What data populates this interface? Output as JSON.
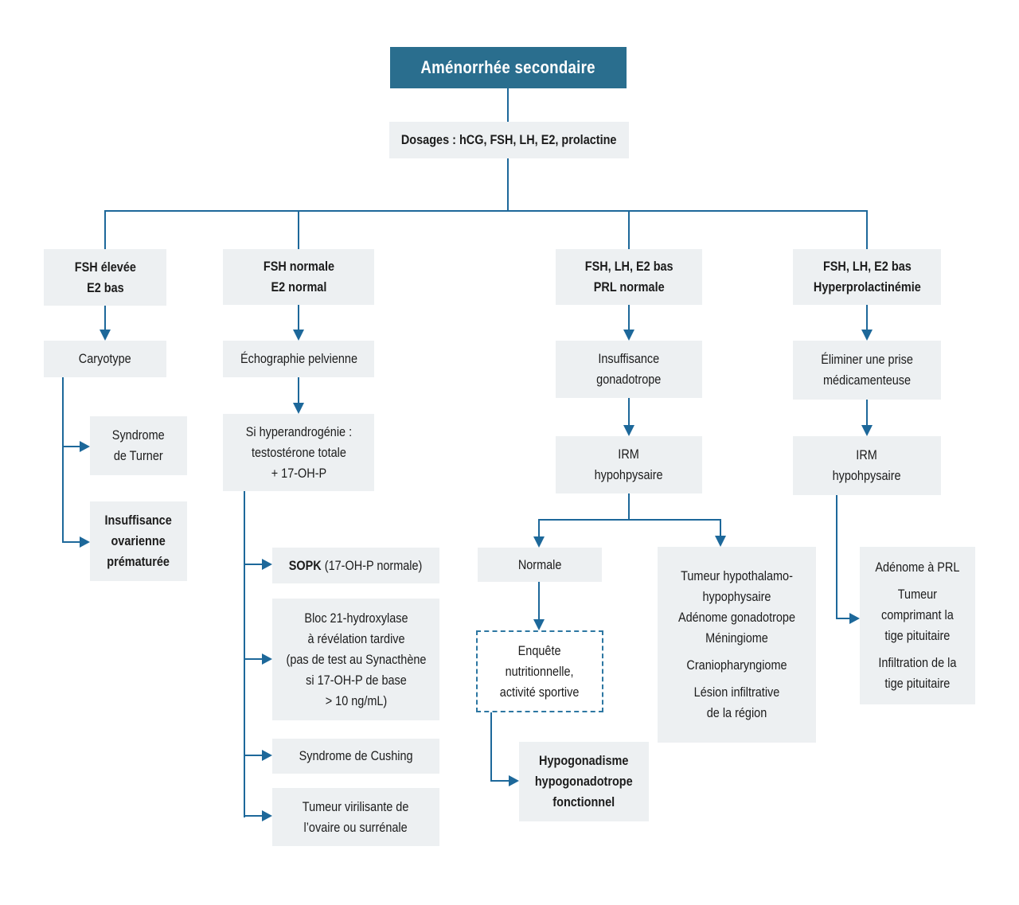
{
  "palette": {
    "teal": "#2A6E8E",
    "line": "#1D689A",
    "boxbg": "#EDF0F2",
    "ink": "#1C1C1C",
    "dash": "#2D77A2"
  },
  "nodes": {
    "root": {
      "title": "Aménorrhée secondaire"
    },
    "dosages": {
      "label": "Dosages : hCG, FSH, LH, E2, prolactine"
    },
    "fsh_elevee": {
      "lines": [
        "FSH élevée",
        "E2 bas"
      ]
    },
    "caryotype": {
      "label": "Caryotype"
    },
    "turner": {
      "lines": [
        "Syndrome",
        "de Turner"
      ]
    },
    "insuffisance_ovarienne": {
      "lines": [
        "Insuffisance",
        "ovarienne",
        "prématurée"
      ]
    },
    "fsh_normale": {
      "lines": [
        "FSH normale",
        "E2 normal"
      ]
    },
    "echographie": {
      "label": "Échographie pelvienne"
    },
    "hyperandrogenie": {
      "lines": [
        "Si hyperandrogénie :",
        "testostérone totale",
        "+ 17-OH-P"
      ]
    },
    "sopk": {
      "bold": "SOPK",
      "rest": " (17-OH-P normale)"
    },
    "bloc_21": {
      "lines": [
        "Bloc 21-hydroxylase",
        "à révélation tardive",
        "(pas de test au Synacthène",
        "si 17-OH-P de base",
        "> 10 ng/mL)"
      ]
    },
    "cushing": {
      "label": "Syndrome de Cushing"
    },
    "tumeur_virilisante": {
      "lines": [
        "Tumeur virilisante de",
        "l’ovaire ou surrénale"
      ]
    },
    "fsh_lh_e2_prl": {
      "lines": [
        "FSH, LH, E2 bas",
        "PRL normale"
      ]
    },
    "insuffisance_gonadotrope": {
      "lines": [
        "Insuffisance",
        "gonadotrope"
      ]
    },
    "irm_c3": {
      "lines": [
        "IRM",
        "hypohpysaire"
      ]
    },
    "normale": {
      "label": "Normale"
    },
    "tumeurs": {
      "items": [
        [
          "Tumeur hypothalamo-",
          "hypophysaire",
          "Adénome gonadotrope",
          "Méningiome"
        ],
        [
          "Craniopharyngiome"
        ],
        [
          "Lésion infiltrative",
          "de la région"
        ]
      ]
    },
    "enquete": {
      "lines": [
        "Enquête",
        "nutritionnelle,",
        "activité sportive"
      ]
    },
    "hypogonadisme": {
      "lines": [
        "Hypogonadisme",
        "hypogonadotrope",
        "fonctionnel"
      ]
    },
    "fsh_lh_e2_hyperprl": {
      "lines": [
        "FSH, LH, E2 bas",
        "Hyperprolactinémie"
      ]
    },
    "eliminer": {
      "lines": [
        "Éliminer une prise",
        "médicamenteuse"
      ]
    },
    "irm_c4": {
      "lines": [
        "IRM",
        "hypohpysaire"
      ]
    },
    "adenome_prl": {
      "items": [
        [
          "Adénome à PRL"
        ],
        [
          "Tumeur",
          "comprimant la",
          "tige pituitaire"
        ],
        [
          "Infiltration de la",
          "tige pituitaire"
        ]
      ]
    }
  }
}
